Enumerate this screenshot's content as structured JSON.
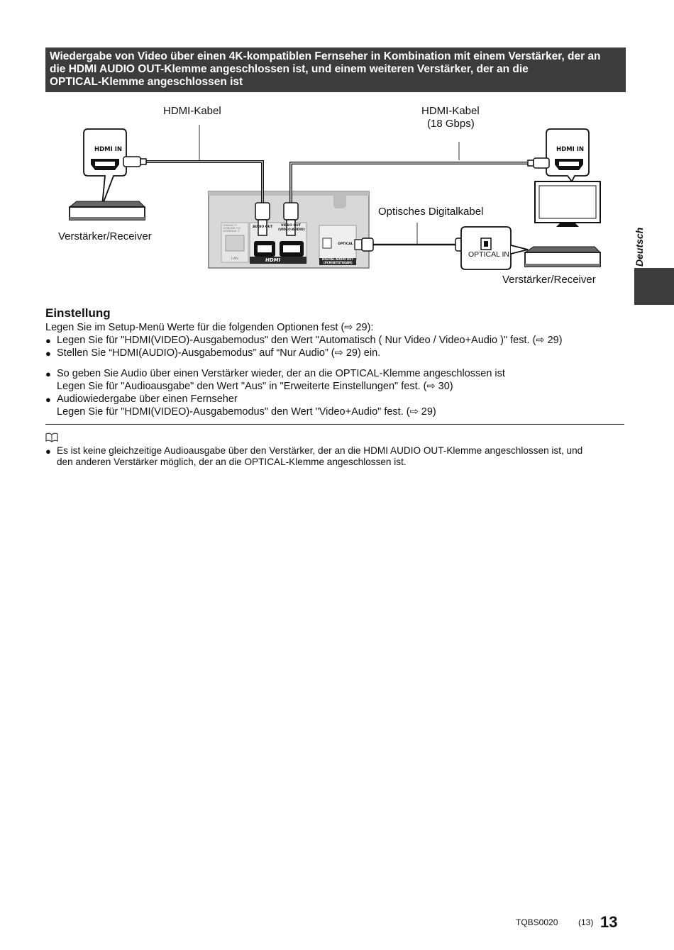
{
  "header": {
    "line1": "Wiedergabe von Video über einen 4K-kompatiblen Fernseher in Kombination mit einem Verstärker, der an",
    "line2": "die HDMI AUDIO OUT-Klemme angeschlossen ist, und einem weiteren Verstärker, der an die",
    "line3": "OPTICAL-Klemme angeschlossen ist"
  },
  "diagram": {
    "hdmi_cable_left": "HDMI-Kabel",
    "hdmi_cable_right_line1": "HDMI-Kabel",
    "hdmi_cable_right_line2": "(18 Gbps)",
    "optical_cable": "Optisches Digitalkabel",
    "receiver_left": "Verstärker/Receiver",
    "receiver_right": "Verstärker/Receiver",
    "hdmi_in_left": "HDMI IN",
    "hdmi_in_right": "HDMI IN",
    "optical_in": "OPTICAL IN",
    "panel": {
      "lan_port_label": "10BASE-T/ 100BASE-TX/ 1000BASE-T",
      "lan": "LAN",
      "audio_out": "AUDIO OUT",
      "video_out_line1": "VIDEO OUT",
      "video_out_line2": "(VIDEO/AUDIO)",
      "hdmi_logo": "HDMI",
      "optical": "OPTICAL",
      "digital_audio_out_line1": "DIGITAL AUDIO OUT",
      "digital_audio_out_line2": "(PCM/BITSTREAM)"
    }
  },
  "side_tab": {
    "label": "Deutsch"
  },
  "section": {
    "title": "Einstellung",
    "intro": "Legen Sie im Setup-Menü Werte für die folgenden Optionen fest (⇨ 29):",
    "bullets1": [
      "Legen Sie für \"HDMI(VIDEO)-Ausgabemodus\" den Wert \"Automatisch ( Nur Video / Video+Audio )\" fest. (⇨ 29)",
      "Stellen Sie “HDMI(AUDIO)-Ausgabemodus” auf “Nur Audio” (⇨ 29) ein."
    ],
    "bullet2_line1": "So geben Sie Audio über einen Verstärker wieder, der an die OPTICAL-Klemme angeschlossen ist",
    "bullet2_line2": "Legen Sie für \"Audioausgabe\" den Wert \"Aus\" in \"Erweiterte Einstellungen\" fest. (⇨ 30)",
    "bullet3_line1": "Audiowiedergabe über einen Fernseher",
    "bullet3_line2": "Legen Sie für \"HDMI(VIDEO)-Ausgabemodus\" den Wert \"Video+Audio\" fest. (⇨ 29)"
  },
  "note": {
    "icon": "book-icon",
    "line1": "Es ist keine gleichzeitige Audioausgabe über den Verstärker, der an die HDMI AUDIO OUT-Klemme angeschlossen ist, und",
    "line2": "den anderen Verstärker möglich, der an die OPTICAL-Klemme angeschlossen ist."
  },
  "footer": {
    "code": "TQBS0020",
    "page_small": "(13)",
    "page": "13"
  }
}
